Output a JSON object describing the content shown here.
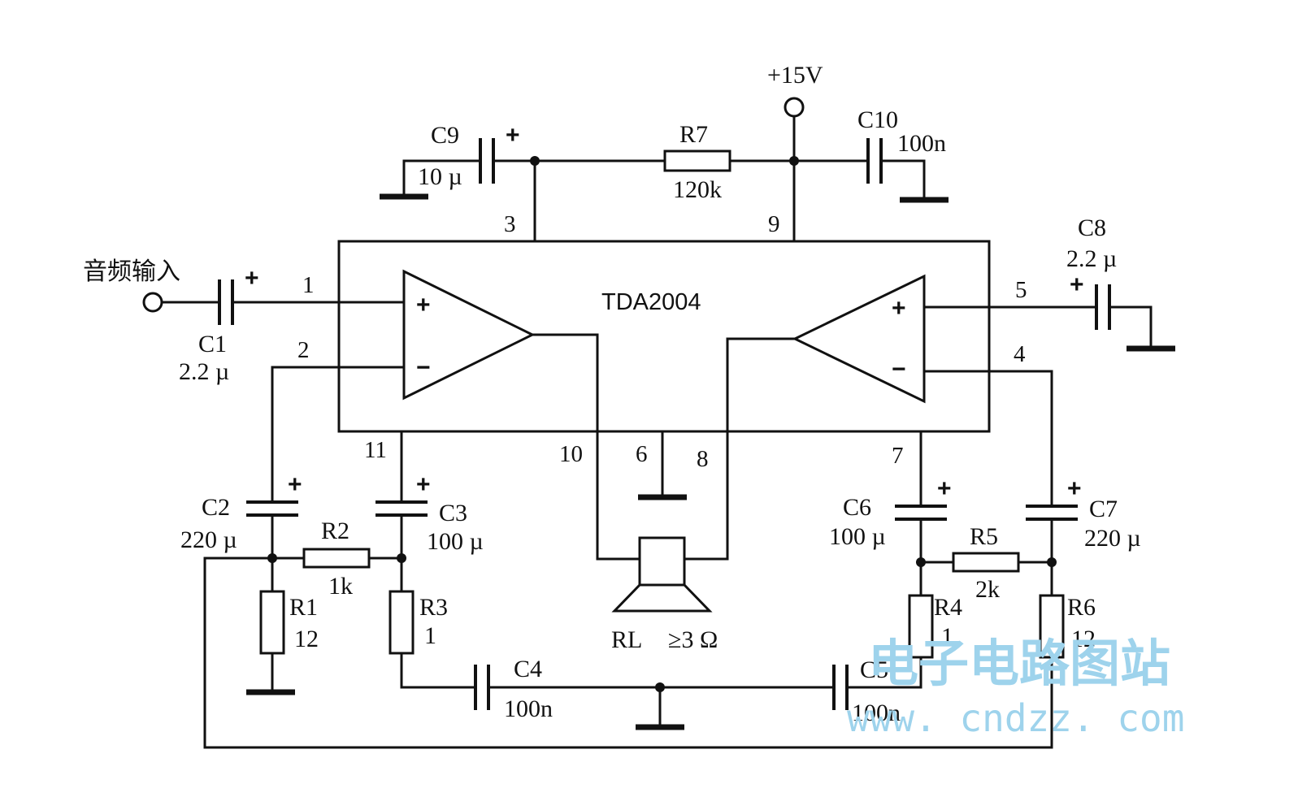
{
  "supply": "+15V",
  "audio_input": "音频输入",
  "ic": "TDA2004",
  "pins": [
    "1",
    "2",
    "3",
    "4",
    "5",
    "6",
    "7",
    "8",
    "9",
    "10",
    "11"
  ],
  "components": {
    "C1": {
      "name": "C1",
      "value": "2.2 µ"
    },
    "C2": {
      "name": "C2",
      "value": "220 µ"
    },
    "C3": {
      "name": "C3",
      "value": "100 µ"
    },
    "C4": {
      "name": "C4",
      "value": "100n"
    },
    "C5": {
      "name": "C5",
      "value": "100n"
    },
    "C6": {
      "name": "C6",
      "value": "100 µ"
    },
    "C7": {
      "name": "C7",
      "value": "220 µ"
    },
    "C8": {
      "name": "C8",
      "value": "2.2 µ"
    },
    "C9": {
      "name": "C9",
      "value": "10 µ"
    },
    "C10": {
      "name": "C10",
      "value": "100n"
    },
    "R1": {
      "name": "R1",
      "value": "12"
    },
    "R2": {
      "name": "R2",
      "value": "1k"
    },
    "R3": {
      "name": "R3",
      "value": "1"
    },
    "R4": {
      "name": "R4",
      "value": "1"
    },
    "R5": {
      "name": "R5",
      "value": "2k"
    },
    "R6": {
      "name": "R6",
      "value": "12"
    },
    "R7": {
      "name": "R7",
      "value": "120k"
    },
    "RL": {
      "name": "RL",
      "value": "≥3 Ω"
    }
  },
  "watermark": {
    "cn": "电子电路图站",
    "url": "www. cndzz. com"
  }
}
